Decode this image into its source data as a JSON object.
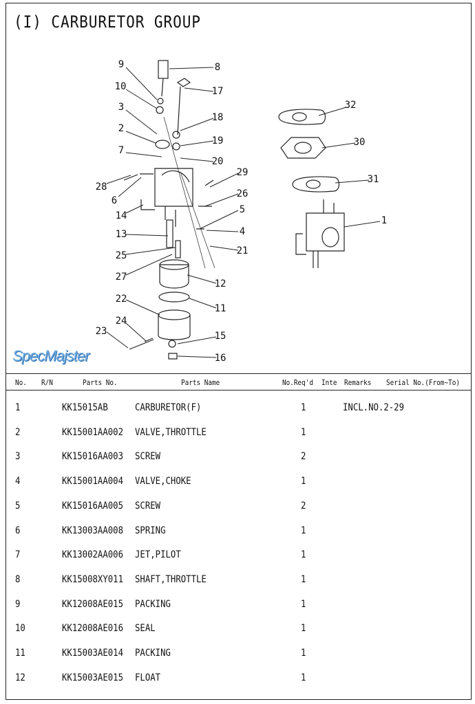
{
  "title": "(I) CARBURETOR GROUP",
  "callouts": [
    "1",
    "2",
    "3",
    "4",
    "5",
    "6",
    "7",
    "8",
    "9",
    "10",
    "11",
    "12",
    "13",
    "14",
    "15",
    "16",
    "17",
    "18",
    "19",
    "20",
    "21",
    "22",
    "23",
    "24",
    "25",
    "26",
    "27",
    "28",
    "29",
    "30",
    "31",
    "32"
  ],
  "table": {
    "headers": {
      "no": "No.",
      "rn": "R/N",
      "parts_no": "Parts No.",
      "parts_name": "Parts Name",
      "qty": "No.Req'd",
      "inte": "Inte",
      "remarks": "Remarks",
      "serial": "Serial No.(From~To)"
    },
    "rows": [
      {
        "no": "1",
        "parts_no": "KK15015AB",
        "name": "CARBURETOR(F)",
        "qty": "1",
        "remarks": "INCL.NO.2-29"
      },
      {
        "no": "2",
        "parts_no": "KK15001AA002",
        "name": "VALVE,THROTTLE",
        "qty": "1",
        "remarks": ""
      },
      {
        "no": "3",
        "parts_no": "KK15016AA003",
        "name": "SCREW",
        "qty": "2",
        "remarks": ""
      },
      {
        "no": "4",
        "parts_no": "KK15001AA004",
        "name": "VALVE,CHOKE",
        "qty": "1",
        "remarks": ""
      },
      {
        "no": "5",
        "parts_no": "KK15016AA005",
        "name": "SCREW",
        "qty": "2",
        "remarks": ""
      },
      {
        "no": "6",
        "parts_no": "KK13003AA008",
        "name": "SPRING",
        "qty": "1",
        "remarks": ""
      },
      {
        "no": "7",
        "parts_no": "KK13002AA006",
        "name": "JET,PILOT",
        "qty": "1",
        "remarks": ""
      },
      {
        "no": "8",
        "parts_no": "KK15008XY011",
        "name": "SHAFT,THROTTLE",
        "qty": "1",
        "remarks": ""
      },
      {
        "no": "9",
        "parts_no": "KK12008AE015",
        "name": "PACKING",
        "qty": "1",
        "remarks": ""
      },
      {
        "no": "10",
        "parts_no": "KK12008AE016",
        "name": "SEAL",
        "qty": "1",
        "remarks": ""
      },
      {
        "no": "11",
        "parts_no": "KK15003AE014",
        "name": "PACKING",
        "qty": "1",
        "remarks": ""
      },
      {
        "no": "12",
        "parts_no": "KK15003AE015",
        "name": "FLOAT",
        "qty": "1",
        "remarks": ""
      }
    ]
  },
  "watermark": "SpecMajster"
}
